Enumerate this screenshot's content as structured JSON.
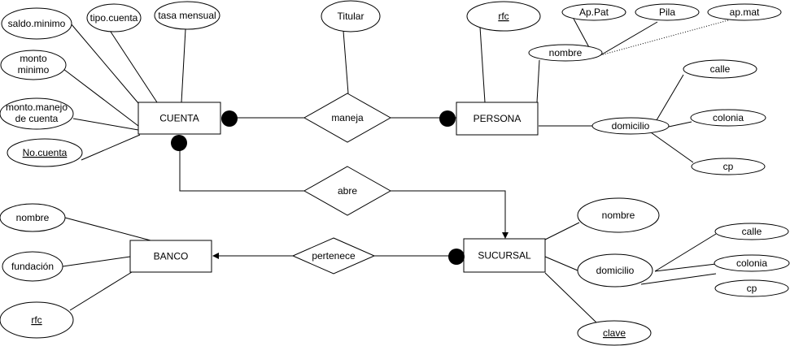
{
  "entities": {
    "cuenta": "CUENTA",
    "persona": "PERSONA",
    "banco": "BANCO",
    "sucursal": "SUCURSAL"
  },
  "relationships": {
    "maneja": "maneja",
    "abre": "abre",
    "pertenece": "pertenece"
  },
  "attributes": {
    "saldo_minimo": "saldo.minimo",
    "tipo_cuenta": "tipo.cuenta",
    "tasa_mensual": "tasa mensual",
    "monto_minimo_1": "monto",
    "monto_minimo_2": "minimo",
    "monto_manejo_1": "monto.manejo",
    "monto_manejo_2": "de cuenta",
    "no_cuenta": "No.cuenta",
    "titular": "Titular",
    "persona_rfc": "rfc",
    "persona_nombre": "nombre",
    "ap_pat": "Ap.Pat",
    "pila": "Pila",
    "ap_mat": "ap.mat",
    "persona_domicilio": "domicilio",
    "persona_calle": "calle",
    "persona_colonia": "colonia",
    "persona_cp": "cp",
    "banco_nombre": "nombre",
    "banco_fundacion": "fundación",
    "banco_rfc": "rfc",
    "sucursal_nombre": "nombre",
    "sucursal_domicilio": "domicilio",
    "sucursal_calle": "calle",
    "sucursal_colonia": "colonia",
    "sucursal_cp": "cp",
    "sucursal_clave": "clave"
  }
}
